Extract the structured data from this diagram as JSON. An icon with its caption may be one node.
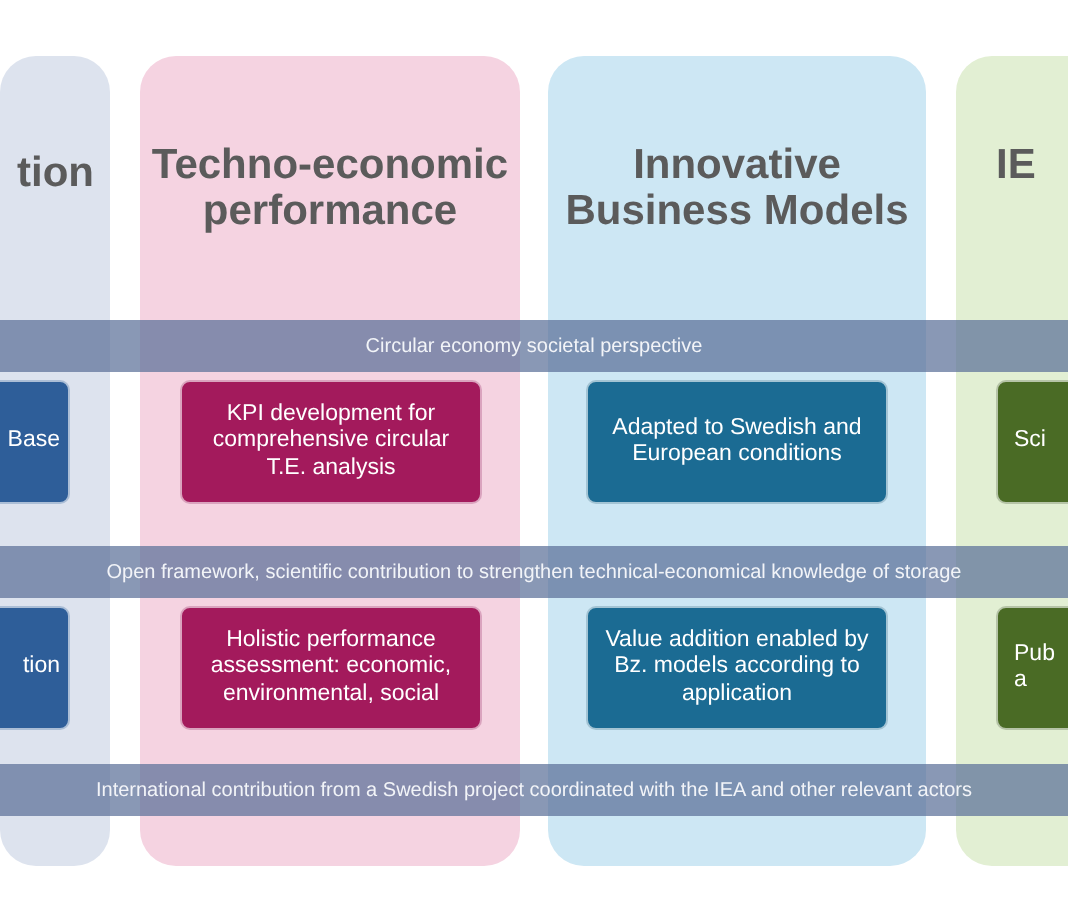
{
  "diagram": {
    "nodes": [
      {
        "text": [
          "tion"
        ]
      },
      {
        "text": [
          "Techno-economic performance"
        ]
      },
      {
        "text": [
          "Innovative Business Models"
        ]
      },
      {
        "text": [
          "IE"
        ]
      },
      {
        "text": [
          "Circular economy societal perspective"
        ]
      },
      {
        "text": [
          "Base"
        ],
        "in": 0
      },
      {
        "text": [
          "KPI development for comprehensive circular T.E. analysis"
        ],
        "in": 1
      },
      {
        "text": [
          "Adapted to Swedish and European conditions"
        ],
        "in": 2
      },
      {
        "text": [
          "Sci"
        ],
        "in": 3
      },
      {
        "text": [
          "Open framework, scientific contribution to strengthen technical-economical knowledge of storage"
        ]
      },
      {
        "text": [
          "tion"
        ],
        "in": 0
      },
      {
        "text": [
          "Holistic performance assessment: economic, environmental,  social"
        ],
        "in": 1
      },
      {
        "text": [
          "Value addition enabled by Bz. models according to application"
        ],
        "in": 2
      },
      {
        "text": [
          "Pub a"
        ],
        "in": 3
      },
      {
        "text": [
          "International contribution from a  Swedish project coordinated with the IEA and other relevant actors"
        ]
      }
    ]
  }
}
